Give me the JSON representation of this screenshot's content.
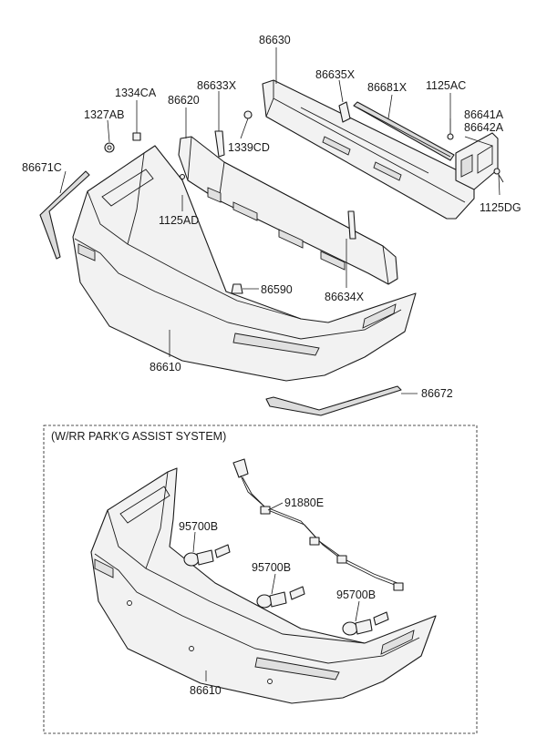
{
  "labels": {
    "p86630": "86630",
    "p86635X": "86635X",
    "p86681X": "86681X",
    "p1125AC": "1125AC",
    "p86641A": "86641A",
    "p86642A": "86642A",
    "p1125DG": "1125DG",
    "p1334CA": "1334CA",
    "p86633X": "86633X",
    "p86620": "86620",
    "p1327AB": "1327AB",
    "p1339CD": "1339CD",
    "p86671C": "86671C",
    "p1125AD": "1125AD",
    "p86590": "86590",
    "p86634X": "86634X",
    "p86610_top": "86610",
    "p86672": "86672",
    "p86610_bottom": "86610",
    "p95700B_a": "95700B",
    "p95700B_b": "95700B",
    "p95700B_c": "95700B",
    "p91880E": "91880E"
  },
  "inset": {
    "title": "(W/RR PARK'G ASSIST SYSTEM)"
  }
}
